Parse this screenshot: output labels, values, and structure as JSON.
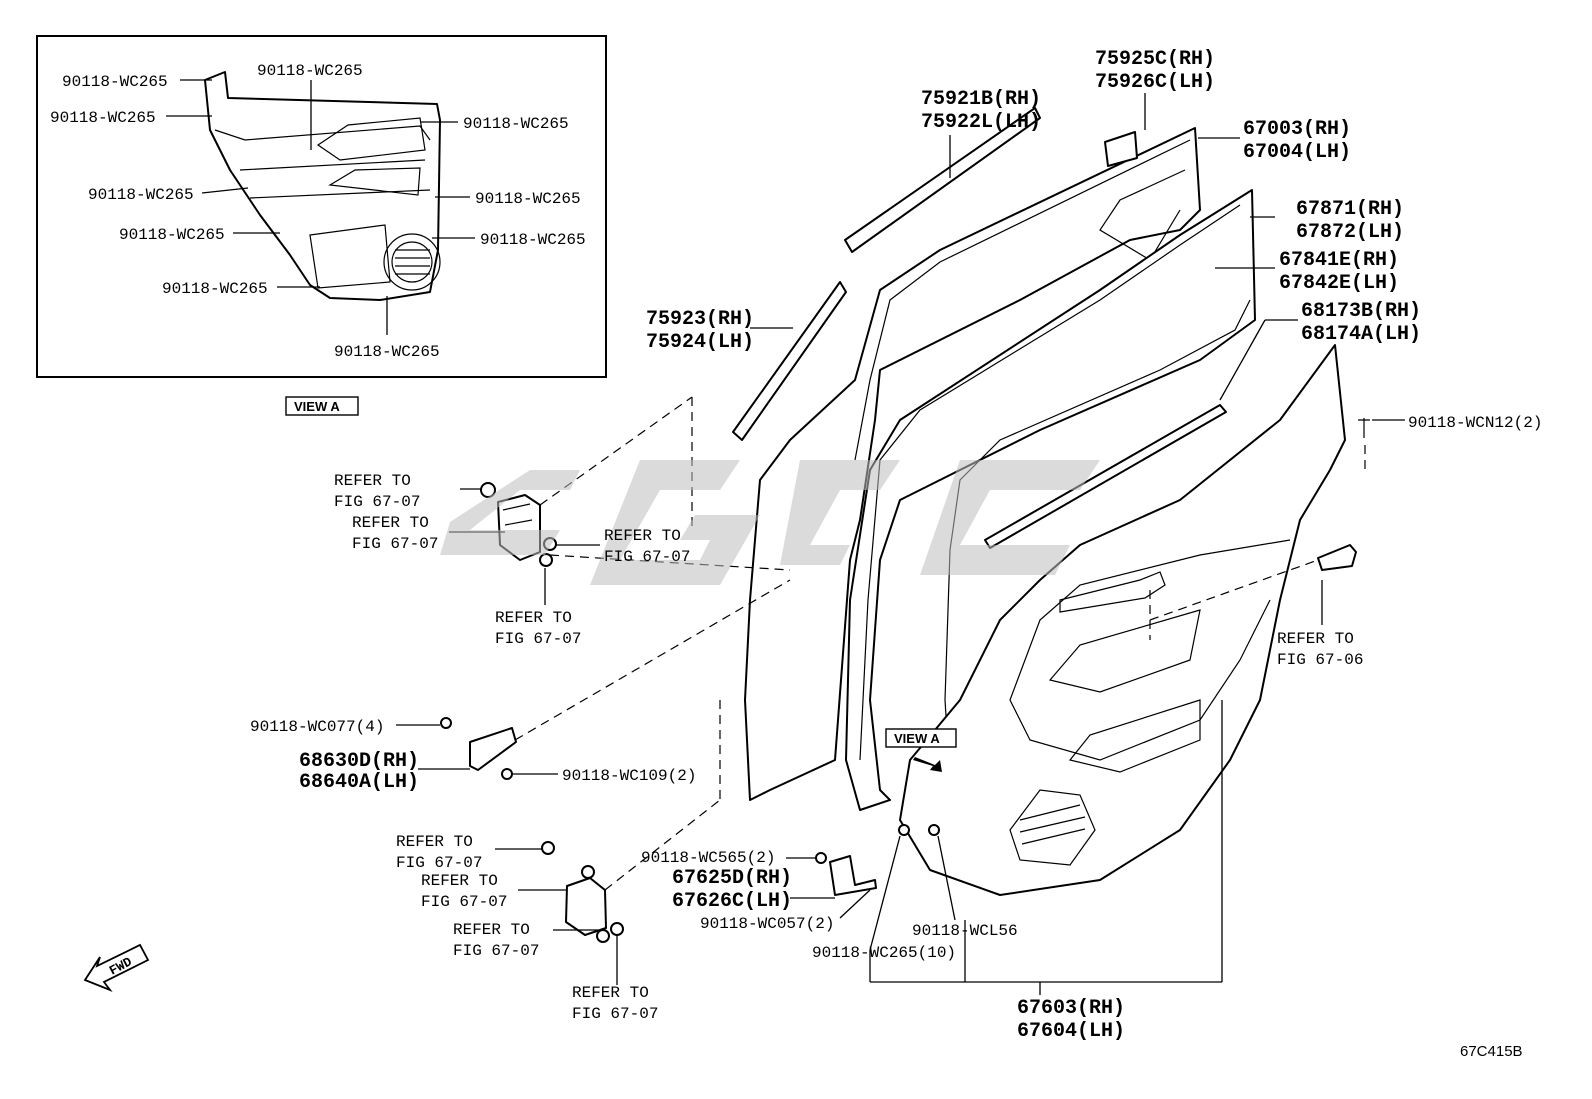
{
  "view_a_panel": {
    "labels": [
      "90118-WC265",
      "90118-WC265",
      "90118-WC265",
      "90118-WC265",
      "90118-WC265",
      "90118-WC265",
      "90118-WC265",
      "90118-WC265",
      "90118-WC265",
      "90118-WC265"
    ],
    "caption": "VIEW A"
  },
  "parts": {
    "weatherstrip_upper": [
      "75925C(RH)",
      "75926C(LH)"
    ],
    "weatherstrip_belt": [
      "75921B(RH)",
      "75922L(LH)"
    ],
    "door_panel": [
      "67003(RH)",
      "67004(LH)"
    ],
    "seal_outer": [
      "67871(RH)",
      "67872(LH)"
    ],
    "seal_inner": [
      "67841E(RH)",
      "67842E(LH)"
    ],
    "trim_strip": [
      "68173B(RH)",
      "68174A(LH)"
    ],
    "garnish": [
      "75923(RH)",
      "75924(LH)"
    ],
    "clip_top": "90118-WCN12(2)",
    "refer_upper_hinge_1": [
      "REFER TO",
      "FIG 67-07"
    ],
    "refer_upper_hinge_2": [
      "REFER TO",
      "FIG 67-07"
    ],
    "refer_upper_hinge_3": [
      "REFER TO",
      "FIG 67-07"
    ],
    "refer_upper_hinge_4": [
      "REFER TO",
      "FIG 67-07"
    ],
    "refer_trim": [
      "REFER TO",
      "FIG 67-06"
    ],
    "nut_check": "90118-WC077(4)",
    "door_check": [
      "68630D(RH)",
      "68640A(LH)"
    ],
    "bolt_check": "90118-WC109(2)",
    "refer_lower_hinge_1": [
      "REFER TO",
      "FIG 67-07"
    ],
    "refer_lower_hinge_2": [
      "REFER TO",
      "FIG 67-07"
    ],
    "refer_lower_hinge_3": [
      "REFER TO",
      "FIG 67-07"
    ],
    "refer_lower_hinge_4": [
      "REFER TO",
      "FIG 67-07"
    ],
    "nut_bracket": "90118-WC565(2)",
    "bracket": [
      "67625D(RH)",
      "67626C(LH)"
    ],
    "screw_bracket": "90118-WC057(2)",
    "clip_trim": "90118-WCL56",
    "clip_trim_count": "90118-WC265(10)",
    "trim_board": [
      "67603(RH)",
      "67604(LH)"
    ],
    "view_a_tag": "VIEW A",
    "fwd": "FWD",
    "figure_code": "67C415B"
  }
}
